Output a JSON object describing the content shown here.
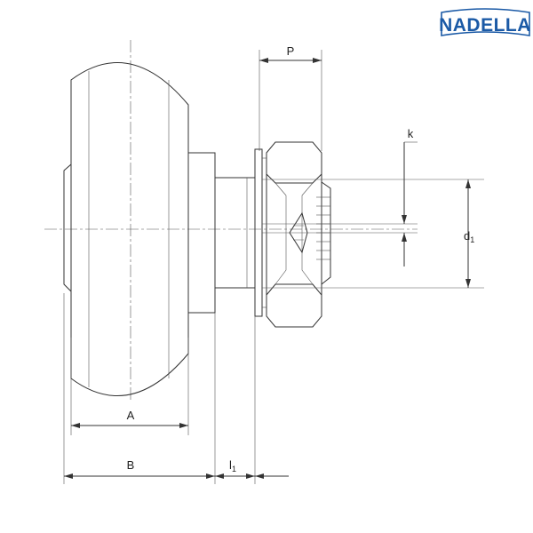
{
  "brand": {
    "name": "NADELLA",
    "color": "#1b5aa6"
  },
  "dimensions": {
    "P": "P",
    "k": "k",
    "d1": {
      "base": "d",
      "sub": "1"
    },
    "A": "A",
    "B": "B",
    "l1": {
      "base": "l",
      "sub": "1"
    }
  },
  "colors": {
    "line": "#333333",
    "background": "#ffffff"
  }
}
